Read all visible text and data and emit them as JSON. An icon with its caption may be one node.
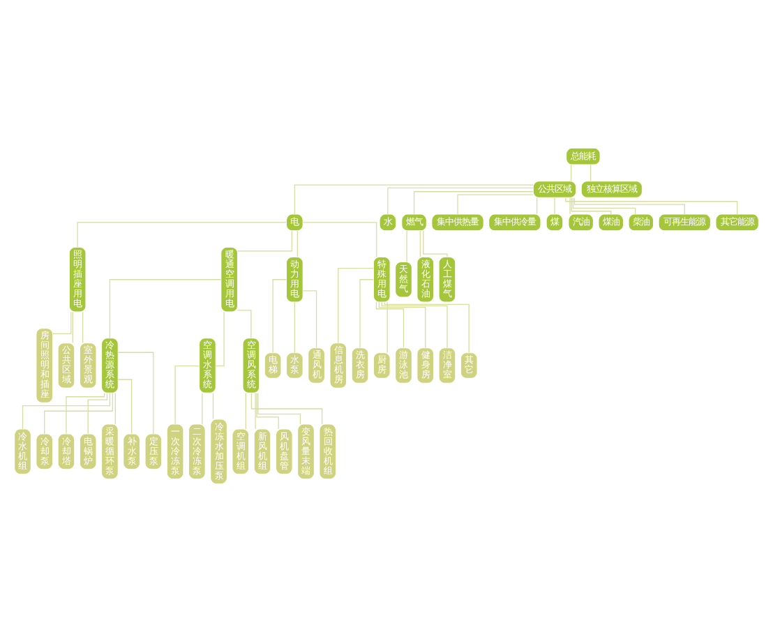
{
  "diagram": {
    "nodes": [
      {
        "text": [
          "总能耗"
        ]
      },
      {
        "text": [
          "公共区域"
        ]
      },
      {
        "text": [
          "独立核算区域"
        ]
      },
      {
        "text": [
          "电"
        ]
      },
      {
        "text": [
          "水"
        ]
      },
      {
        "text": [
          "燃气"
        ]
      },
      {
        "text": [
          "集中供热量"
        ]
      },
      {
        "text": [
          "集中供冷量"
        ]
      },
      {
        "text": [
          "煤"
        ]
      },
      {
        "text": [
          "汽油"
        ]
      },
      {
        "text": [
          "煤油"
        ]
      },
      {
        "text": [
          "柴油"
        ]
      },
      {
        "text": [
          "可再生能源"
        ]
      },
      {
        "text": [
          "其它能源"
        ]
      },
      {
        "text": [
          "照明插座用电"
        ]
      },
      {
        "text": [
          "暖通空调用电"
        ]
      },
      {
        "text": [
          "动力用电"
        ]
      },
      {
        "text": [
          "特殊用电"
        ]
      },
      {
        "text": [
          "天然气"
        ]
      },
      {
        "text": [
          "液化石油"
        ]
      },
      {
        "text": [
          "人工煤气"
        ]
      },
      {
        "text": [
          "房间照明和插座"
        ]
      },
      {
        "text": [
          "公共区域"
        ]
      },
      {
        "text": [
          "室外景观"
        ]
      },
      {
        "text": [
          "冷热源系统"
        ]
      },
      {
        "text": [
          "空调水系统"
        ]
      },
      {
        "text": [
          "空调风系统"
        ]
      },
      {
        "text": [
          "电梯"
        ]
      },
      {
        "text": [
          "水泵"
        ]
      },
      {
        "text": [
          "通风机"
        ]
      },
      {
        "text": [
          "信息机房"
        ]
      },
      {
        "text": [
          "洗衣房"
        ]
      },
      {
        "text": [
          "厨房"
        ]
      },
      {
        "text": [
          "游泳池"
        ]
      },
      {
        "text": [
          "健身房"
        ]
      },
      {
        "text": [
          "洁净室"
        ]
      },
      {
        "text": [
          "其它"
        ]
      },
      {
        "text": [
          "冷水机组"
        ]
      },
      {
        "text": [
          "冷却泵"
        ]
      },
      {
        "text": [
          "冷却塔"
        ]
      },
      {
        "text": [
          "电锅炉"
        ]
      },
      {
        "text": [
          "采暖循环泵"
        ]
      },
      {
        "text": [
          "补水泵"
        ]
      },
      {
        "text": [
          "定压泵"
        ]
      },
      {
        "text": [
          "一次冷冻泵"
        ]
      },
      {
        "text": [
          "二次冷冻泵"
        ]
      },
      {
        "text": [
          "冷冻水加压泵"
        ]
      },
      {
        "text": [
          "空调机组"
        ]
      },
      {
        "text": [
          "新风机组"
        ]
      },
      {
        "text": [
          "风机盘管"
        ]
      },
      {
        "text": [
          "变风量末端"
        ]
      },
      {
        "text": [
          "热回收机组"
        ]
      }
    ],
    "edges": [
      {
        "from": 0,
        "to": 1,
        "arrow": "none"
      },
      {
        "from": 0,
        "to": 2,
        "arrow": "none"
      },
      {
        "from": 1,
        "to": 3,
        "arrow": "none"
      },
      {
        "from": 1,
        "to": 4,
        "arrow": "none"
      },
      {
        "from": 1,
        "to": 5,
        "arrow": "none"
      },
      {
        "from": 1,
        "to": 6,
        "arrow": "none"
      },
      {
        "from": 1,
        "to": 7,
        "arrow": "none"
      },
      {
        "from": 1,
        "to": 8,
        "arrow": "none"
      },
      {
        "from": 1,
        "to": 9,
        "arrow": "none"
      },
      {
        "from": 1,
        "to": 10,
        "arrow": "none"
      },
      {
        "from": 1,
        "to": 11,
        "arrow": "none"
      },
      {
        "from": 1,
        "to": 12,
        "arrow": "none"
      },
      {
        "from": 1,
        "to": 13,
        "arrow": "none"
      },
      {
        "from": 3,
        "to": 14,
        "arrow": "none"
      },
      {
        "from": 3,
        "to": 15,
        "arrow": "none"
      },
      {
        "from": 3,
        "to": 16,
        "arrow": "none"
      },
      {
        "from": 3,
        "to": 17,
        "arrow": "none"
      },
      {
        "from": 5,
        "to": 18,
        "arrow": "none"
      },
      {
        "from": 5,
        "to": 19,
        "arrow": "none"
      },
      {
        "from": 5,
        "to": 20,
        "arrow": "none"
      },
      {
        "from": 14,
        "to": 21,
        "arrow": "none"
      },
      {
        "from": 14,
        "to": 22,
        "arrow": "none"
      },
      {
        "from": 14,
        "to": 23,
        "arrow": "none"
      },
      {
        "from": 15,
        "to": 24,
        "arrow": "none"
      },
      {
        "from": 15,
        "to": 25,
        "arrow": "none"
      },
      {
        "from": 15,
        "to": 26,
        "arrow": "none"
      },
      {
        "from": 16,
        "to": 27,
        "arrow": "none"
      },
      {
        "from": 16,
        "to": 28,
        "arrow": "none"
      },
      {
        "from": 16,
        "to": 29,
        "arrow": "none"
      },
      {
        "from": 17,
        "to": 30,
        "arrow": "none"
      },
      {
        "from": 17,
        "to": 31,
        "arrow": "none"
      },
      {
        "from": 17,
        "to": 32,
        "arrow": "none"
      },
      {
        "from": 17,
        "to": 33,
        "arrow": "none"
      },
      {
        "from": 17,
        "to": 34,
        "arrow": "none"
      },
      {
        "from": 17,
        "to": 35,
        "arrow": "none"
      },
      {
        "from": 17,
        "to": 36,
        "arrow": "none"
      },
      {
        "from": 24,
        "to": 37,
        "arrow": "none"
      },
      {
        "from": 24,
        "to": 38,
        "arrow": "none"
      },
      {
        "from": 24,
        "to": 39,
        "arrow": "none"
      },
      {
        "from": 24,
        "to": 40,
        "arrow": "none"
      },
      {
        "from": 24,
        "to": 41,
        "arrow": "none"
      },
      {
        "from": 24,
        "to": 42,
        "arrow": "none"
      },
      {
        "from": 24,
        "to": 43,
        "arrow": "none"
      },
      {
        "from": 25,
        "to": 44,
        "arrow": "none"
      },
      {
        "from": 25,
        "to": 45,
        "arrow": "none"
      },
      {
        "from": 25,
        "to": 46,
        "arrow": "none"
      },
      {
        "from": 26,
        "to": 47,
        "arrow": "none"
      },
      {
        "from": 26,
        "to": 48,
        "arrow": "none"
      },
      {
        "from": 26,
        "to": 49,
        "arrow": "none"
      },
      {
        "from": 26,
        "to": 50,
        "arrow": "none"
      },
      {
        "from": 26,
        "to": 51,
        "arrow": "none"
      }
    ]
  }
}
